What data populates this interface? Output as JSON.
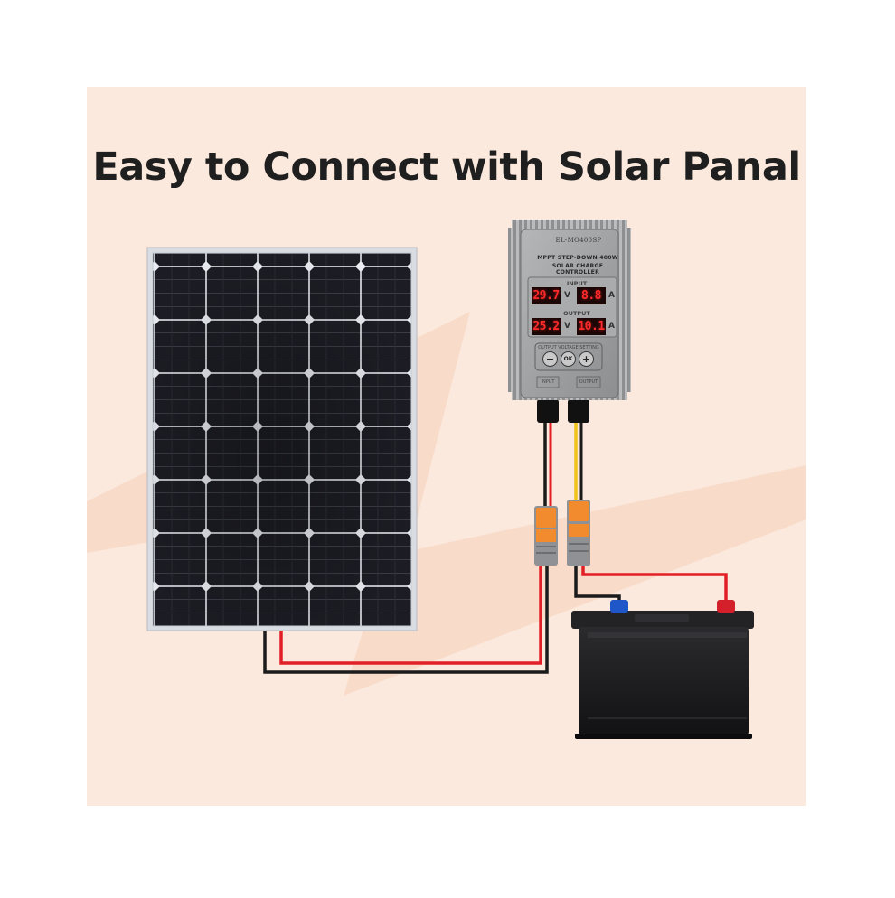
{
  "title": "Easy to Connect with Solar Panal",
  "controller": {
    "model": "EL-MO400SP",
    "name_line1": "MPPT STEP-DOWN 400W",
    "name_line2": "SOLAR CHARGE CONTROLLER",
    "input_label": "INPUT",
    "output_label": "OUTPUT",
    "input_voltage": "29.7",
    "input_current": "8.8",
    "output_voltage": "25.2",
    "output_current": "10.1",
    "volt_unit": "V",
    "amp_unit": "A",
    "settings_label": "OUTPUT VOLTAGE SETTING",
    "buttons": {
      "minus": "−",
      "ok": "OK",
      "plus": "+"
    },
    "port_input": "INPUT",
    "port_output": "OUTPUT"
  },
  "colors": {
    "background": "#fbe9dd",
    "accent_streak": "#f8d9c6",
    "title_text": "#1f1f1f",
    "panel_cell": "#1c1d24",
    "panel_frame": "#d9dde2",
    "controller_body": "#9ea0a2",
    "display_red": "#ff2a2a",
    "wire_red": "#e21f26",
    "wire_black": "#1b1b1b",
    "wire_yellow": "#f2c21b",
    "connector_orange": "#f28a2e",
    "battery_body": "#1a1a1c",
    "terminal_pos": "#d4202a",
    "terminal_neg": "#1f57c9"
  },
  "icons": [
    "solar-panel",
    "charge-controller",
    "battery",
    "lever-connector"
  ]
}
